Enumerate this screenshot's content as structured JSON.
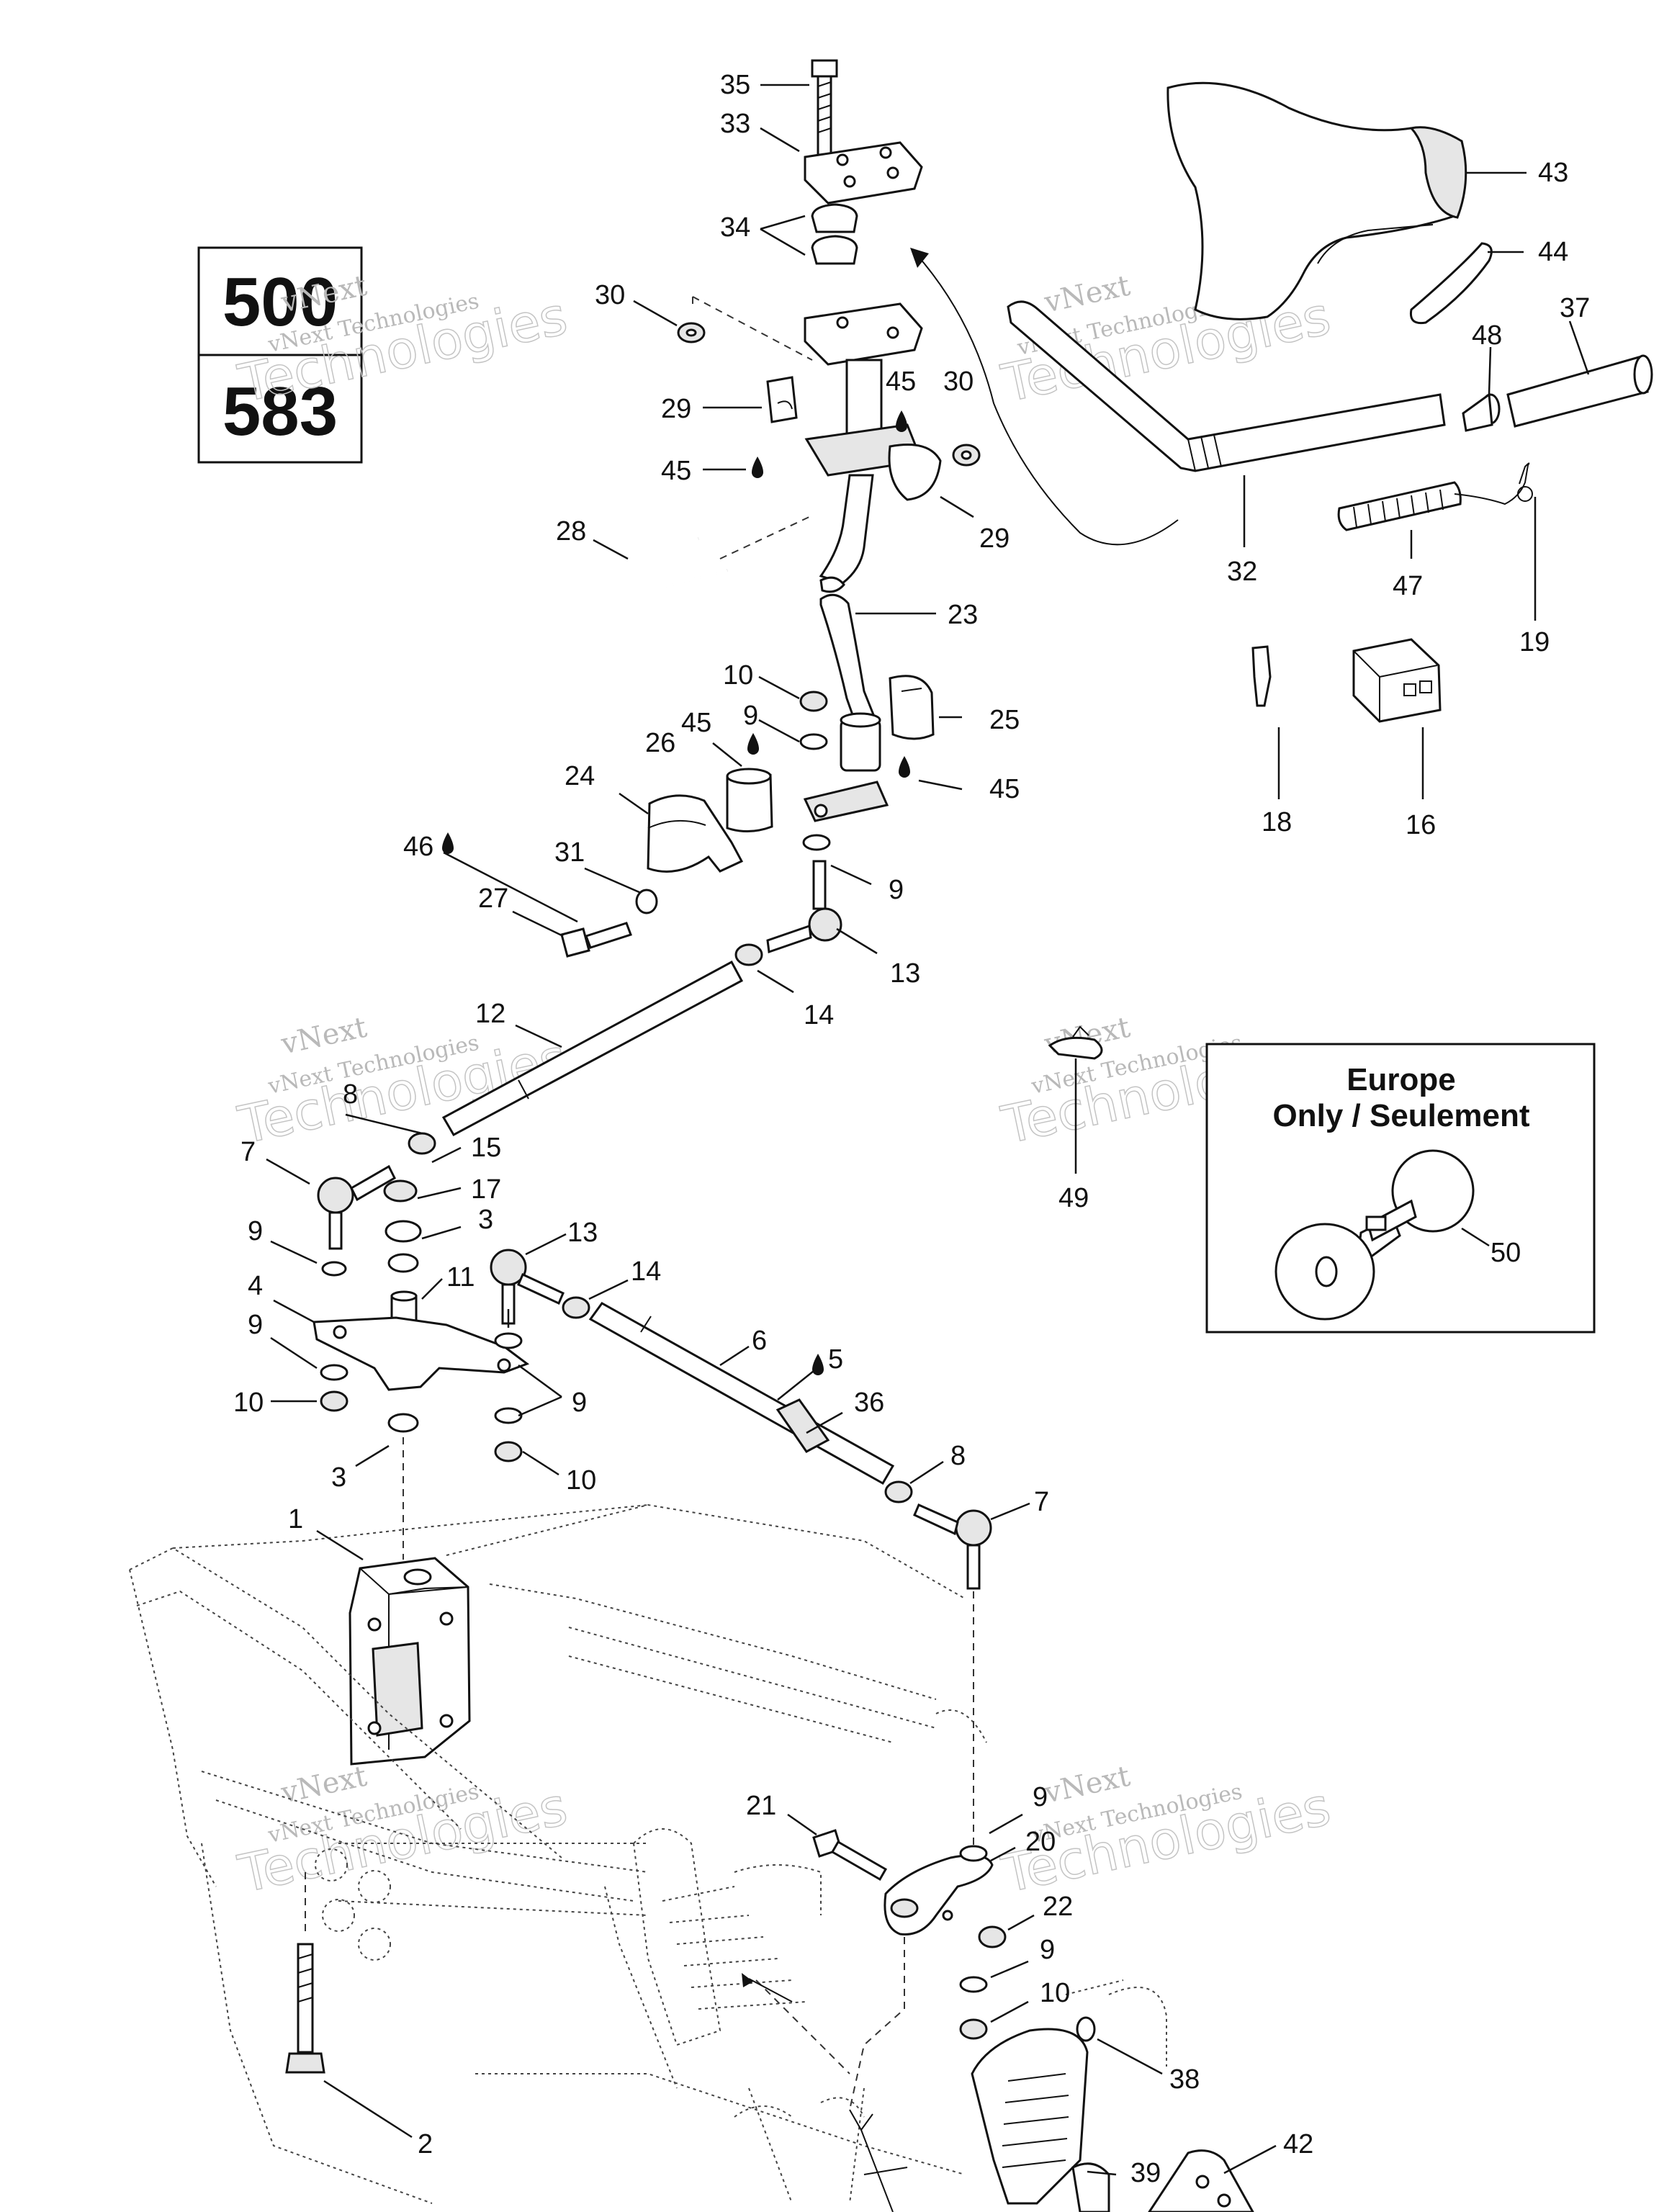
{
  "model_box": {
    "top": "500",
    "bottom": "583"
  },
  "inset": {
    "title_line1": "Europe",
    "title_line2": "Only / Seulement",
    "part": "50"
  },
  "watermark": {
    "line1": "vNext",
    "line2": "vNext Technologies",
    "line3": "Technologies"
  },
  "callouts": [
    "35",
    "33",
    "34",
    "30",
    "29",
    "45",
    "28",
    "23",
    "10",
    "9",
    "26",
    "24",
    "25",
    "46",
    "31",
    "27",
    "13",
    "14",
    "12",
    "8",
    "7",
    "15",
    "17",
    "3",
    "11",
    "4",
    "6",
    "5",
    "36",
    "1",
    "21",
    "20",
    "22",
    "2",
    "38",
    "39",
    "42",
    "43",
    "44",
    "37",
    "48",
    "32",
    "47",
    "19",
    "18",
    "16",
    "49"
  ],
  "icons": {
    "lubricant": "drop-icon",
    "arrow": "arrow-icon"
  }
}
